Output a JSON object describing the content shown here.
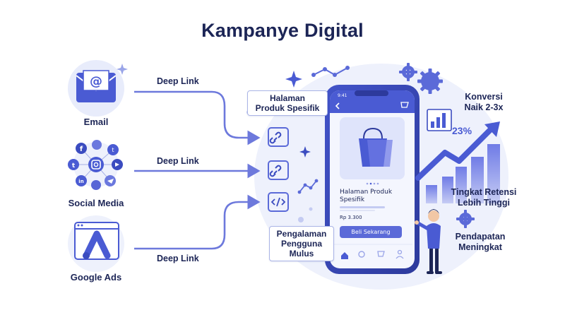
{
  "title": "Kampanye Digital",
  "sources": [
    {
      "label": "Email",
      "icon": "email-envelope-icon"
    },
    {
      "label": "Social Media",
      "icon": "social-media-cluster-icon"
    },
    {
      "label": "Google Ads",
      "icon": "google-ads-icon"
    }
  ],
  "deep_link_labels": [
    "Deep Link",
    "Deep Link",
    "Deep Link"
  ],
  "callouts": {
    "produk": "Halaman\nProduk Spesifik",
    "pengalaman": "Pengalaman\nPengguna\nMulus"
  },
  "phone": {
    "time": "9:41",
    "product_title": "Halaman Produk\nSpesifik",
    "price": "Rp 3.300",
    "buy_button": "Beli Sekarang"
  },
  "outcomes": {
    "konversi": "Konversi\nNaik 2-3x",
    "percent": "23%",
    "retensi": "Tingkat Retensi\nLebih Tinggi",
    "pendapatan": "Pendapatan\nMeningkat"
  },
  "colors": {
    "accent": "#5b6ad8",
    "arrow": "#6d79dc",
    "dark": "#1c2556",
    "light_bg": "#eef1fc"
  }
}
